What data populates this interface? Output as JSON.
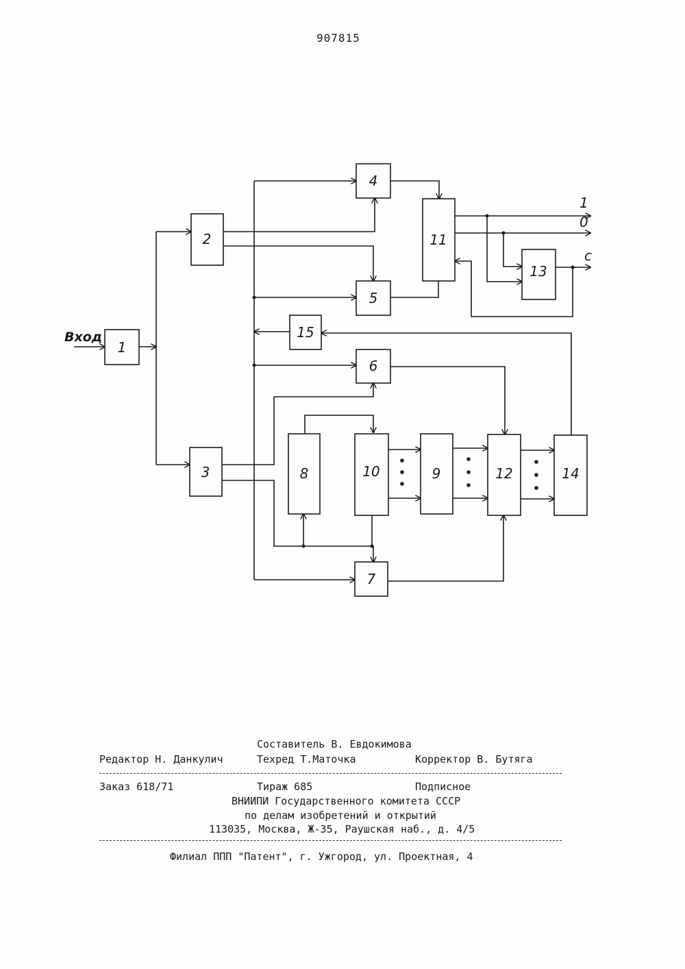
{
  "header": {
    "patent_number": "907815"
  },
  "diagram": {
    "input_label": "Вход",
    "blocks": {
      "b1": "1",
      "b2": "2",
      "b3": "3",
      "b4": "4",
      "b5": "5",
      "b6": "6",
      "b7": "7",
      "b8": "8",
      "b9": "9",
      "b10": "10",
      "b11": "11",
      "b12": "12",
      "b13": "13",
      "b14": "14",
      "b15": "15"
    },
    "outputs": {
      "out1": "1",
      "out0": "0",
      "outc": "c"
    }
  },
  "credits": {
    "composer": "Составитель В. Евдокимова",
    "editor": "Редактор Н. Данкулич",
    "techred": "Техред Т.Маточка",
    "corrector": "Корректор В. Бутяга",
    "order": "Заказ 618/71",
    "circulation": "Тираж 685",
    "subscription": "Подписное",
    "org_line1": "ВНИИПИ Государственного комитета СССР",
    "org_line2": "по делам изобретений и открытий",
    "address": "113035, Москва, Ж-35, Раушская наб., д. 4/5",
    "branch": "Филиал ППП \"Патент\", г. Ужгород, ул. Проектная, 4"
  }
}
